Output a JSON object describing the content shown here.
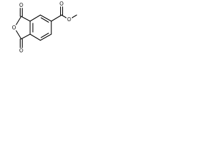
{
  "molecule": {
    "atoms": {
      "top_carbonyl_oxygen": "O",
      "ring_oxygen": "O",
      "bottom_carbonyl_oxygen": "O",
      "ester_carbonyl_oxygen": "O",
      "ester_ether_oxygen": "O"
    },
    "colors": {
      "bond": "#000000",
      "label": "#000000",
      "background": "#ffffff"
    }
  }
}
